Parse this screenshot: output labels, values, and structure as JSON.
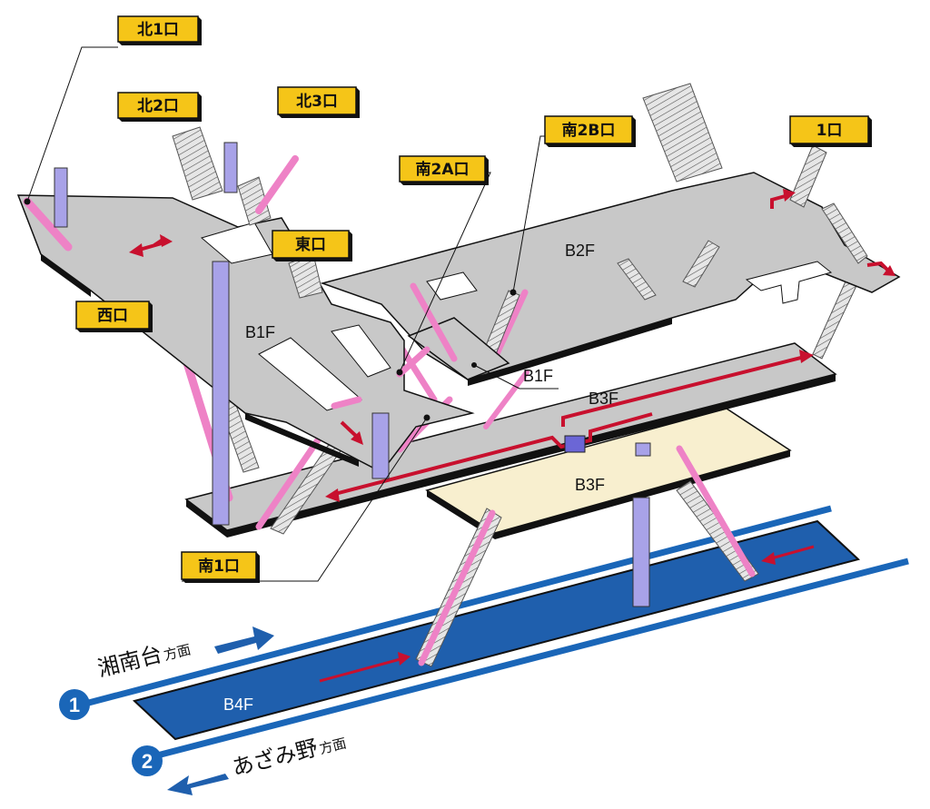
{
  "colors": {
    "floor_gray": "#c8c8c8",
    "floor_edge": "#111111",
    "cream": "#f8efcf",
    "platform_blue": "#1f5fad",
    "track_line_blue": "#1a66b8",
    "escalator_pink": "#ee82c6",
    "pillar_lavender": "#a8a2e8",
    "exit_label_yellow": "#f5c518",
    "route_red": "#c8102e"
  },
  "exits": [
    {
      "label": "北1口"
    },
    {
      "label": "北2口"
    },
    {
      "label": "北3口"
    },
    {
      "label": "東口"
    },
    {
      "label": "西口"
    },
    {
      "label": "南2A口"
    },
    {
      "label": "南2B口"
    },
    {
      "label": "1口"
    },
    {
      "label": "南1口"
    }
  ],
  "floors": {
    "b1f_main": "B1F",
    "b1f_sub": "B1F",
    "b2f": "B2F",
    "b3f_upper": "B3F",
    "b3f_lower": "B3F",
    "b4f": "B4F"
  },
  "directions": {
    "track1": {
      "number": "1",
      "dest": "湘南台",
      "suffix": "方面"
    },
    "track2": {
      "number": "2",
      "dest": "あざみ野",
      "suffix": "方面"
    }
  }
}
